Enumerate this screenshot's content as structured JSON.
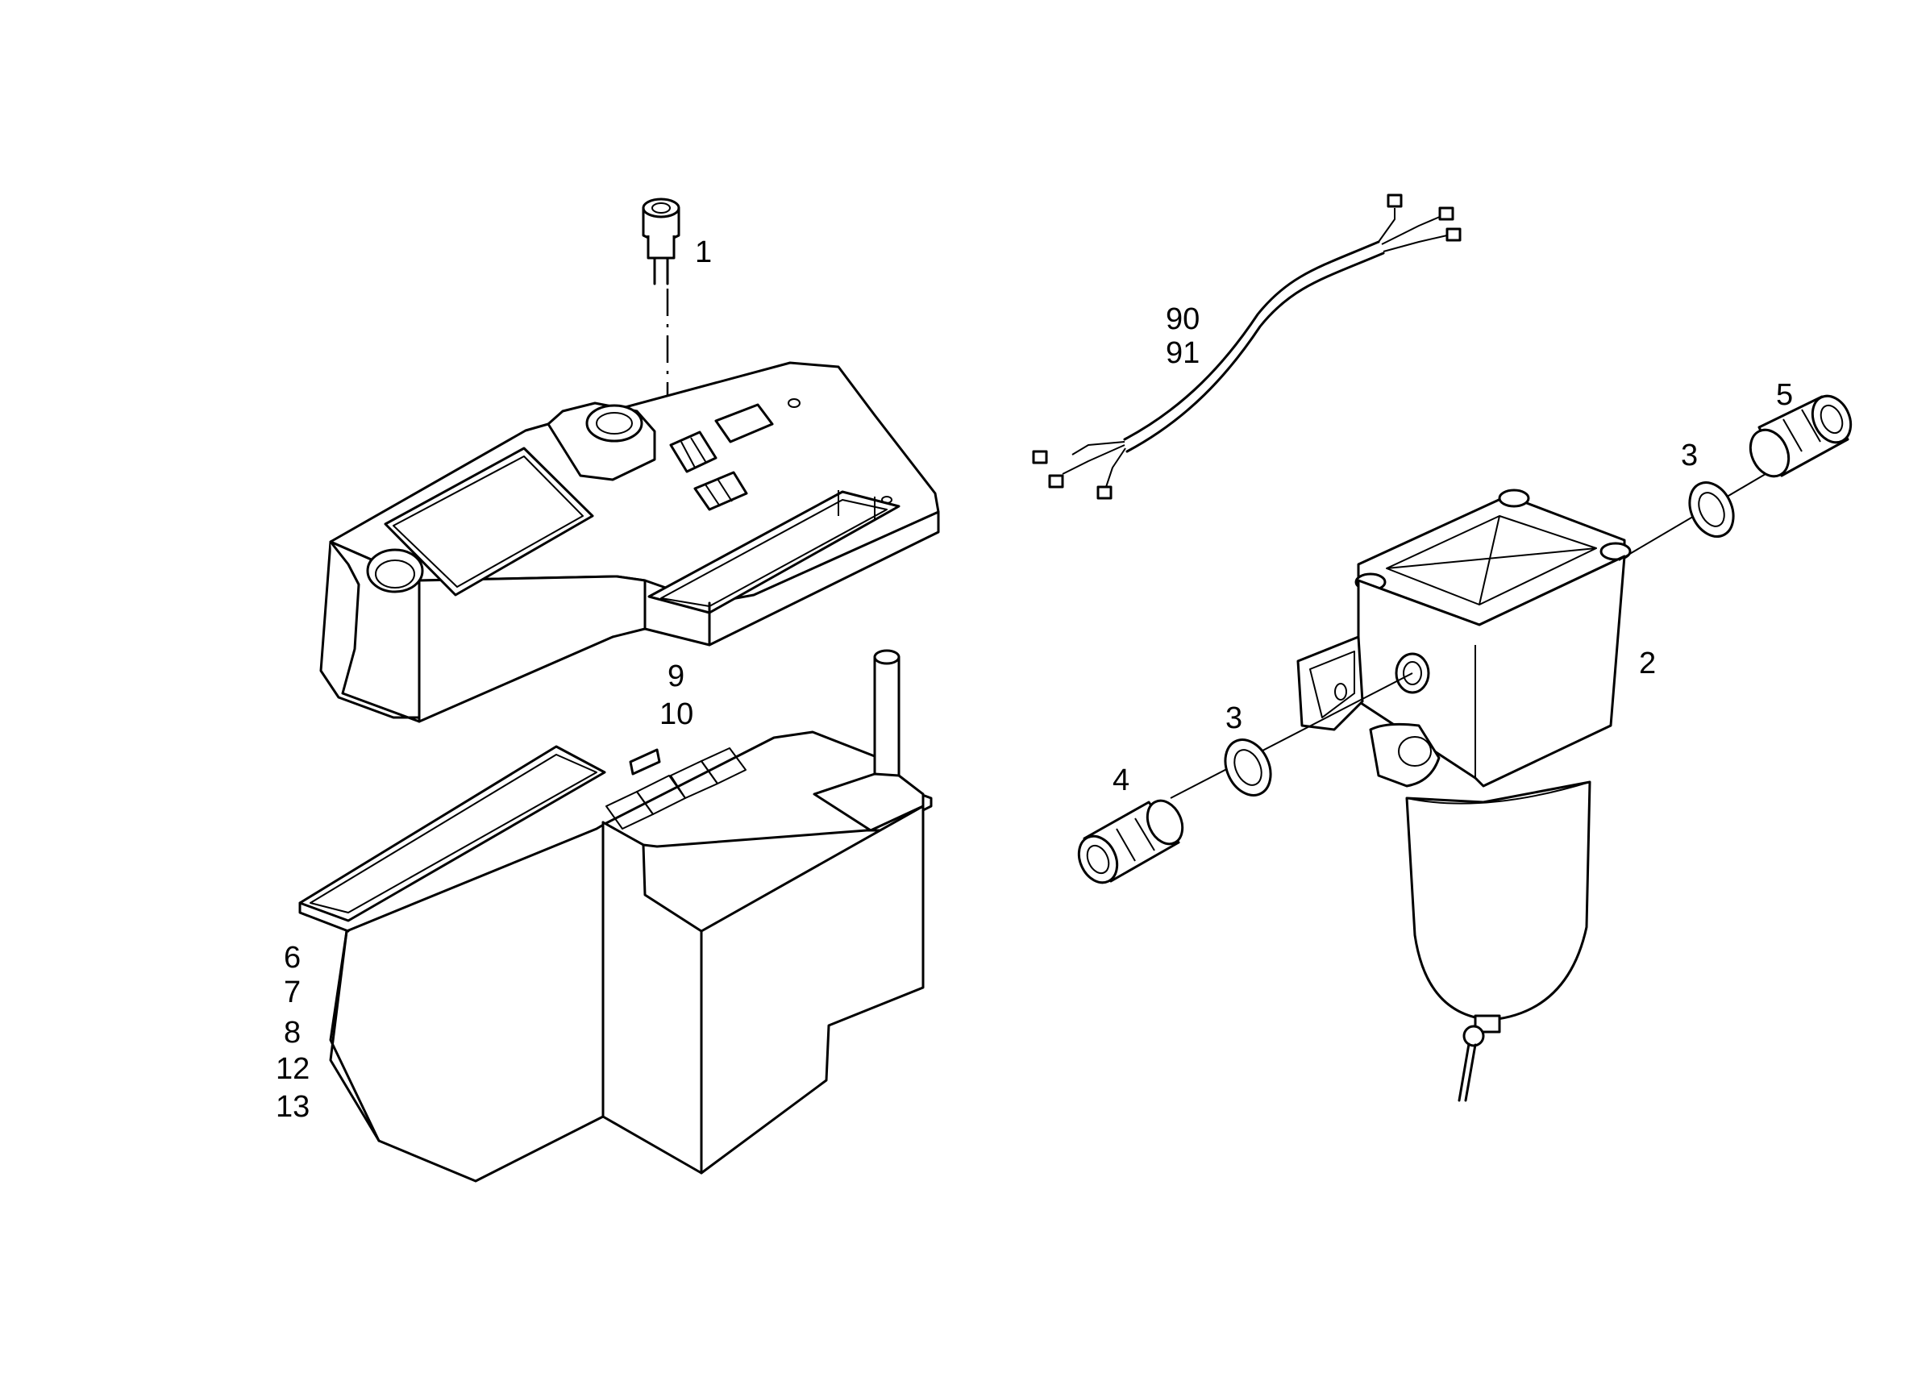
{
  "callouts": {
    "c1": "1",
    "c2": "2",
    "c3a": "3",
    "c3b": "3",
    "c4": "4",
    "c5": "5",
    "c6": "6",
    "c7": "7",
    "c8": "8",
    "c9": "9",
    "c10": "10",
    "c12": "12",
    "c13": "13",
    "c90": "90",
    "c91": "91"
  },
  "colors": {
    "line": "#000000",
    "background": "#ffffff"
  }
}
